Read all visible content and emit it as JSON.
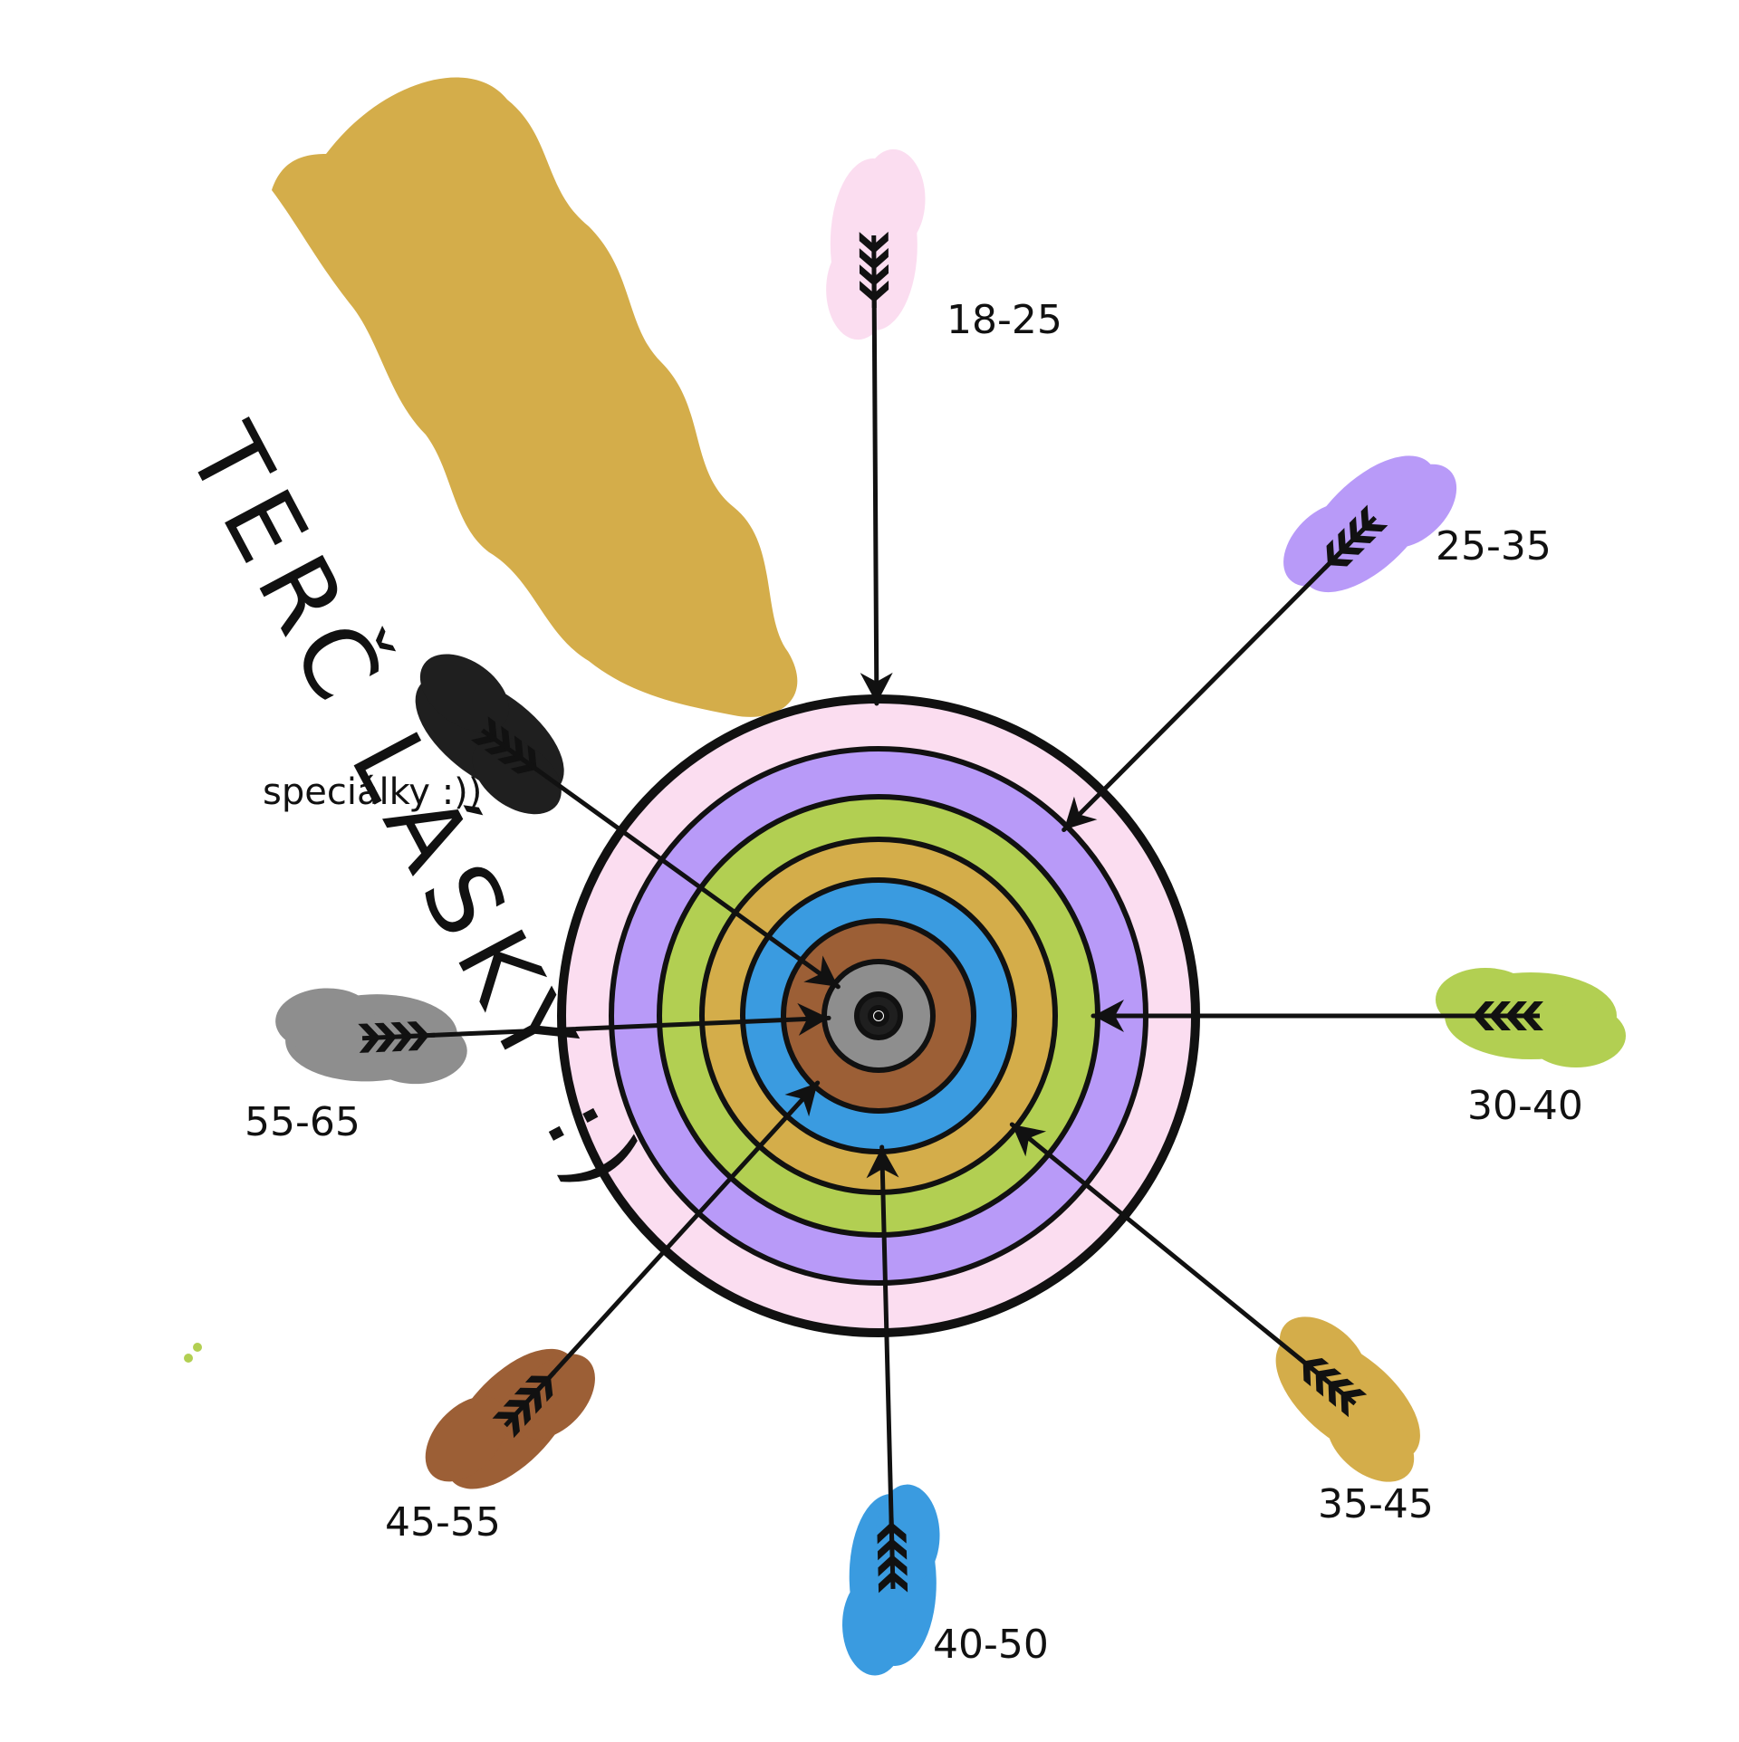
{
  "title": "TERČ LÁSKY :)",
  "colors": {
    "pink": "#fbddf0",
    "purple": "#b89af8",
    "green": "#b2cf52",
    "gold": "#d4ad4a",
    "blue": "#3a9be0",
    "brown": "#9c5f36",
    "gray": "#8e8e8e",
    "black": "#1f1f1f",
    "ink": "#111111"
  },
  "arrows": [
    {
      "label": "18-25",
      "color": "pink",
      "tail": [
        965,
        300
      ]
    },
    {
      "label": "25-35",
      "color": "purple",
      "tail": [
        1490,
        600
      ]
    },
    {
      "label": "30-40",
      "color": "green",
      "tail": [
        1660,
        1122
      ]
    },
    {
      "label": "35-45",
      "color": "gold",
      "tail": [
        1465,
        1525
      ]
    },
    {
      "label": "40-50",
      "color": "blue",
      "tail": [
        985,
        1715
      ]
    },
    {
      "label": "45-55",
      "color": "brown",
      "tail": [
        585,
        1545
      ]
    },
    {
      "label": "55-65",
      "color": "gray",
      "tail": [
        440,
        1145
      ]
    },
    {
      "label": "speciálky :))",
      "color": "black",
      "tail": [
        565,
        830
      ]
    }
  ]
}
